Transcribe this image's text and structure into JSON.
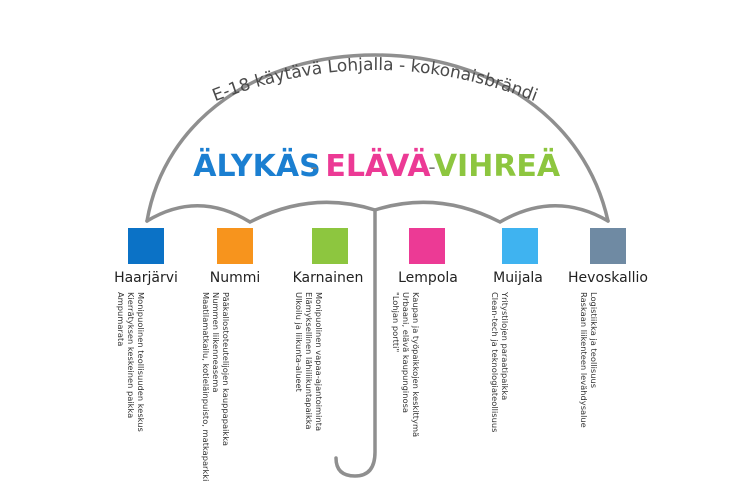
{
  "title": "E-18 käytävä Lohjalla - kokonaisbrändi",
  "brand": {
    "words": [
      {
        "text": "ÄLYKÄS",
        "color": "#1b7fd1"
      },
      {
        "text": "ELÄVÄ",
        "color": "#ec3a95"
      },
      {
        "text": "VIHREÄ",
        "color": "#8dc63f"
      }
    ],
    "separator": "-"
  },
  "colors": {
    "umbrella_line": "#8f8f8f"
  },
  "areas": [
    {
      "name": "Haarjärvi",
      "color": "#0b72c6",
      "lines": [
        "Monipuolinen teollisuuden keskus",
        "Kierrätyksen keskeinen paikka",
        "Ampumarata"
      ]
    },
    {
      "name": "Nummi",
      "color": "#f7941d",
      "lines": [
        "Pääkallostoteutelijojen kauppapaikka",
        "Nummen liikenneasema",
        "Maatilamatkailu, kotieläinpuisto, matkaparkki"
      ]
    },
    {
      "name": "Karnainen",
      "color": "#8dc63f",
      "lines": [
        "Monipuolinen vapaa-ajantoiminta",
        "Elämyksellinen lähiliikuntapaikka",
        "Ulkoilu ja liikunta-alueet"
      ]
    },
    {
      "name": "Lempola",
      "color": "#ec3a95",
      "lines": [
        "Kaupan ja työpaikkojen keskittymä",
        "Urbaani, elävä kaupunginosa",
        "\"Lohjan portti\""
      ]
    },
    {
      "name": "Muijala",
      "color": "#3fb3f0",
      "lines": [
        "Yritystilojen paraatipaikka",
        "Clean-tech ja teknologiateollisuus"
      ]
    },
    {
      "name": "Hevoskallio",
      "color": "#6f8aa3",
      "lines": [
        "Logistiikka ja teollisuus",
        "Raskaan liikenteen levähdysalue"
      ]
    }
  ]
}
